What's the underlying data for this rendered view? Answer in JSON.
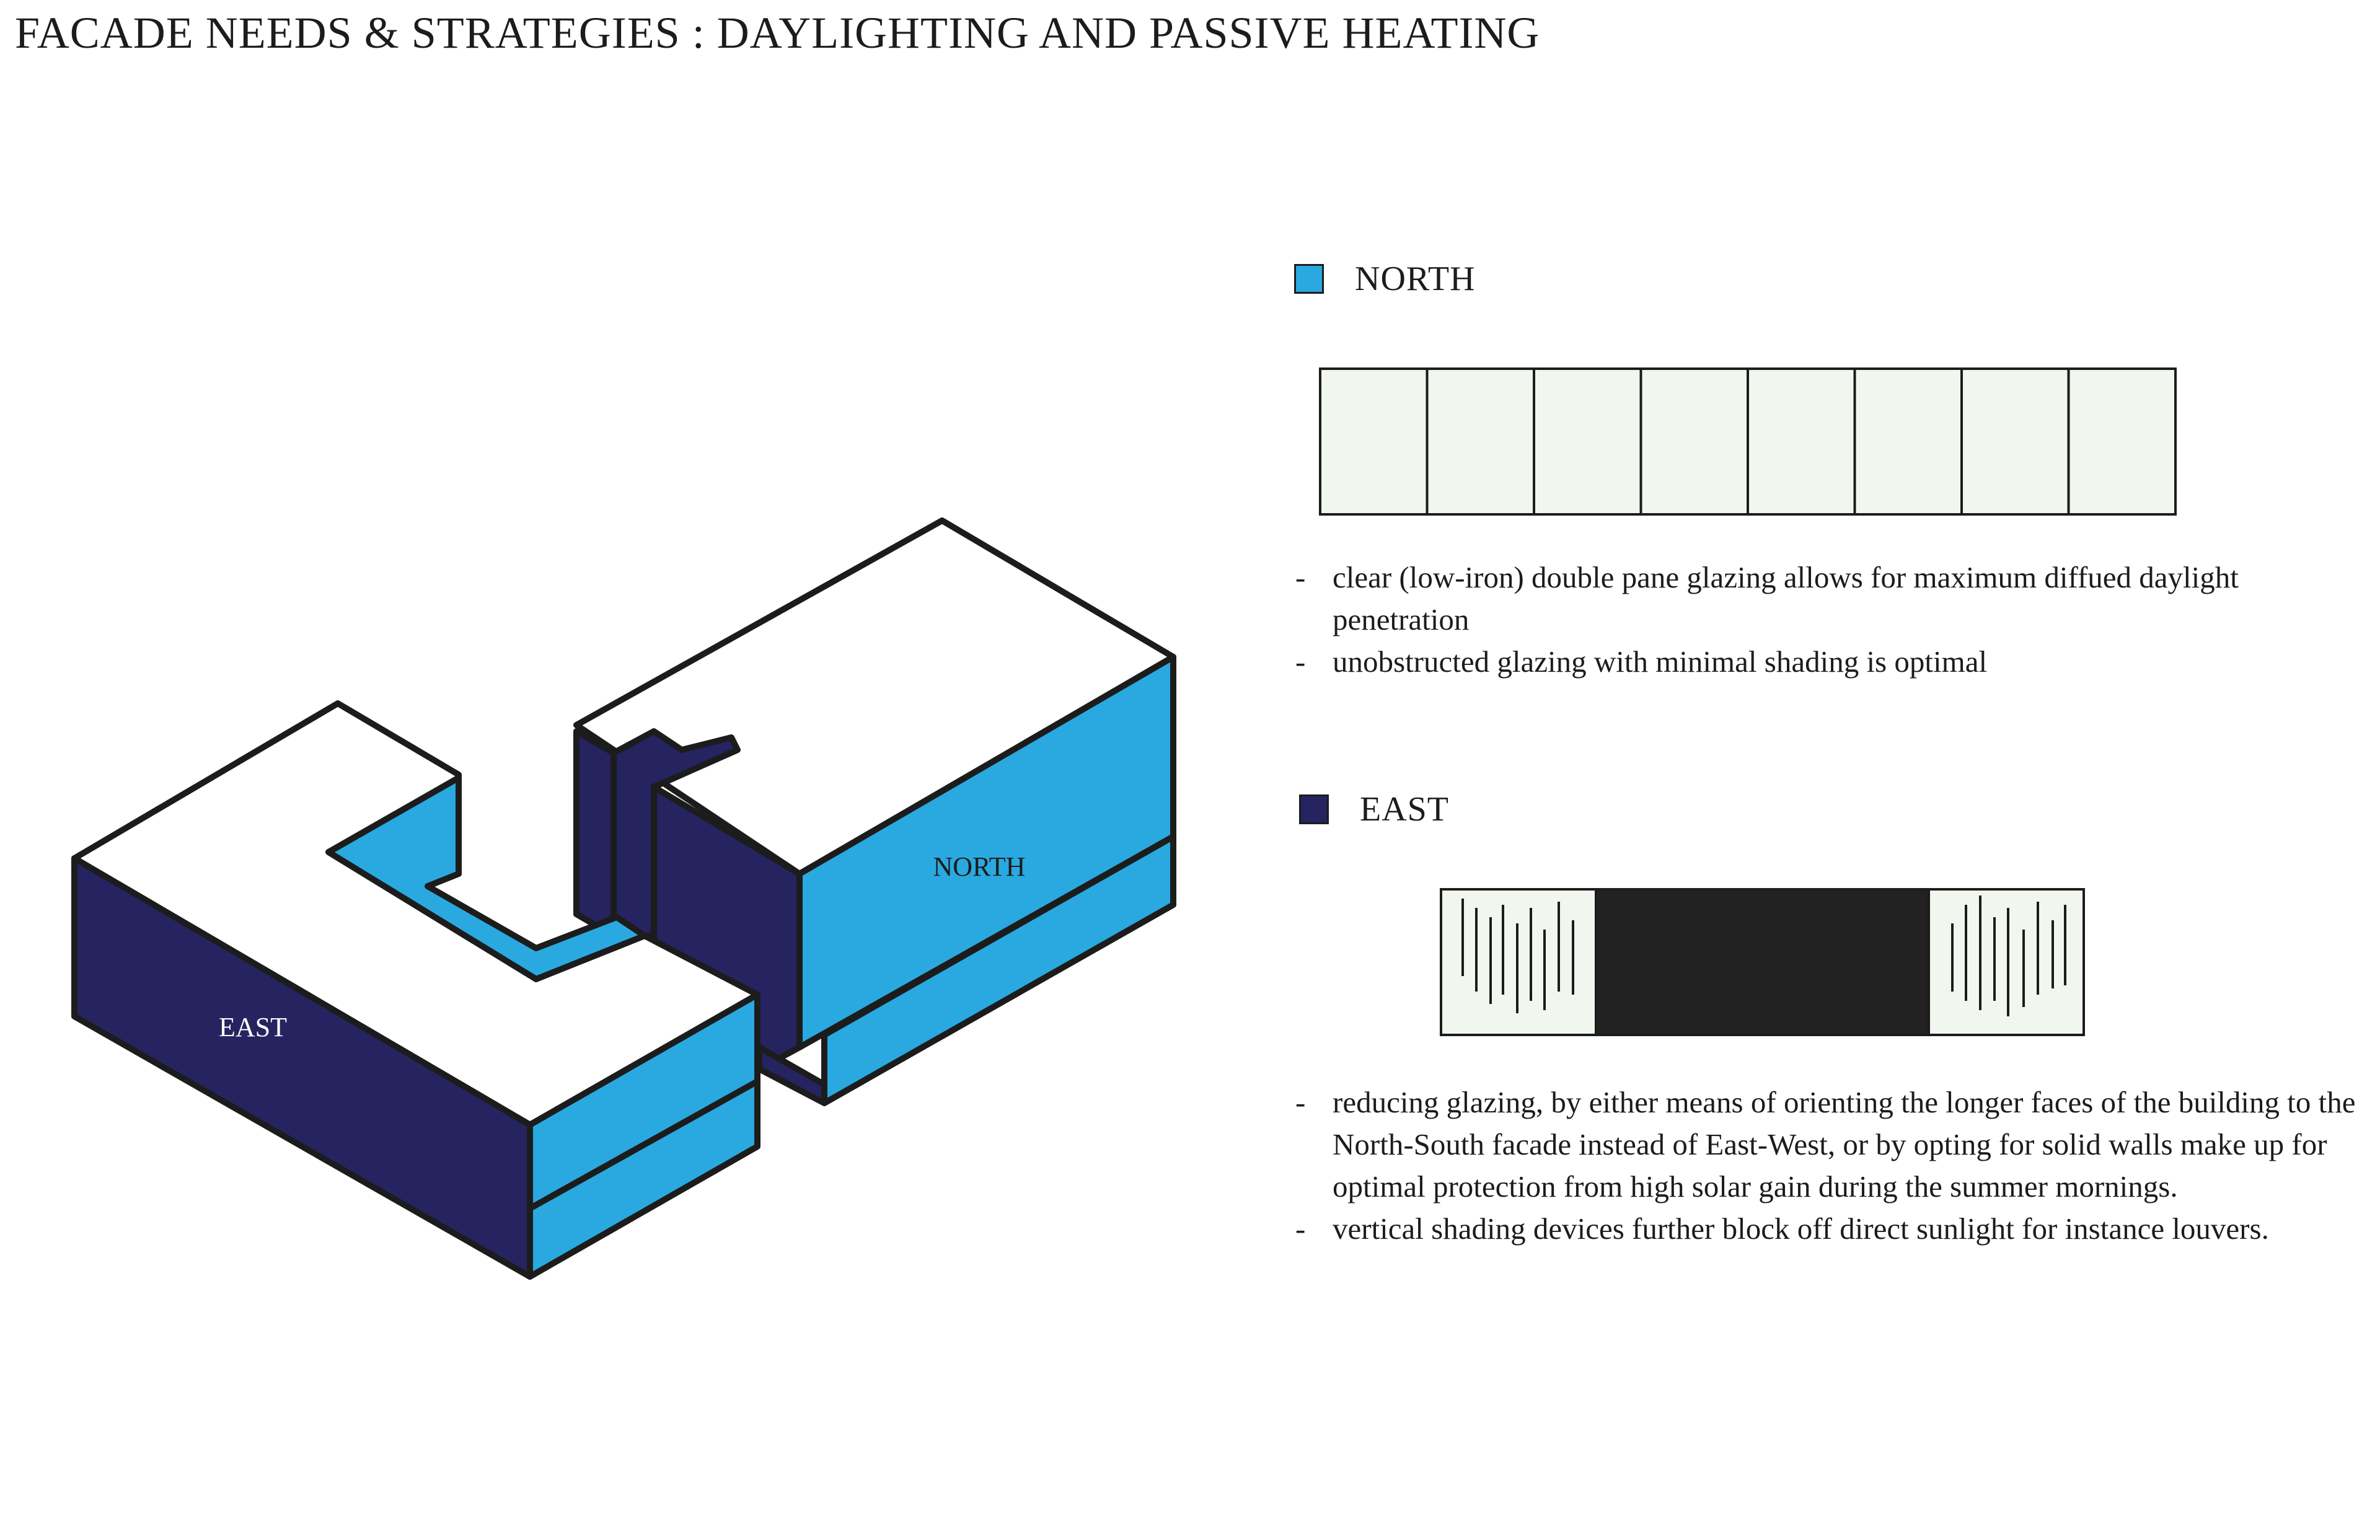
{
  "title": "FACADE NEEDS & STRATEGIES  : DAYLIGHTING AND PASSIVE HEATING",
  "colors": {
    "north": "#29a9e0",
    "east": "#252360",
    "roof": "#ffffff",
    "glazing": "#f1f6ee",
    "solid_wall": "#222222",
    "outline": "#1c1c1c"
  },
  "diagram": {
    "east_label": "EAST",
    "north_label": "NORTH"
  },
  "legend": {
    "north": {
      "label": "NORTH",
      "panel_count": 8,
      "notes": [
        "clear (low-iron) double pane glazing allows for maximum diffued daylight penetration",
        "unobstructed glazing with minimal shading is optimal"
      ]
    },
    "east": {
      "label": "EAST",
      "notes": [
        "reducing glazing, by either means of orienting the longer faces of the building to the North-South facade instead of East-West, or by opting for solid walls make up for optimal protection from high solar gain during the summer mornings.",
        "vertical shading devices further block off direct sunlight for instance louvers."
      ]
    }
  }
}
